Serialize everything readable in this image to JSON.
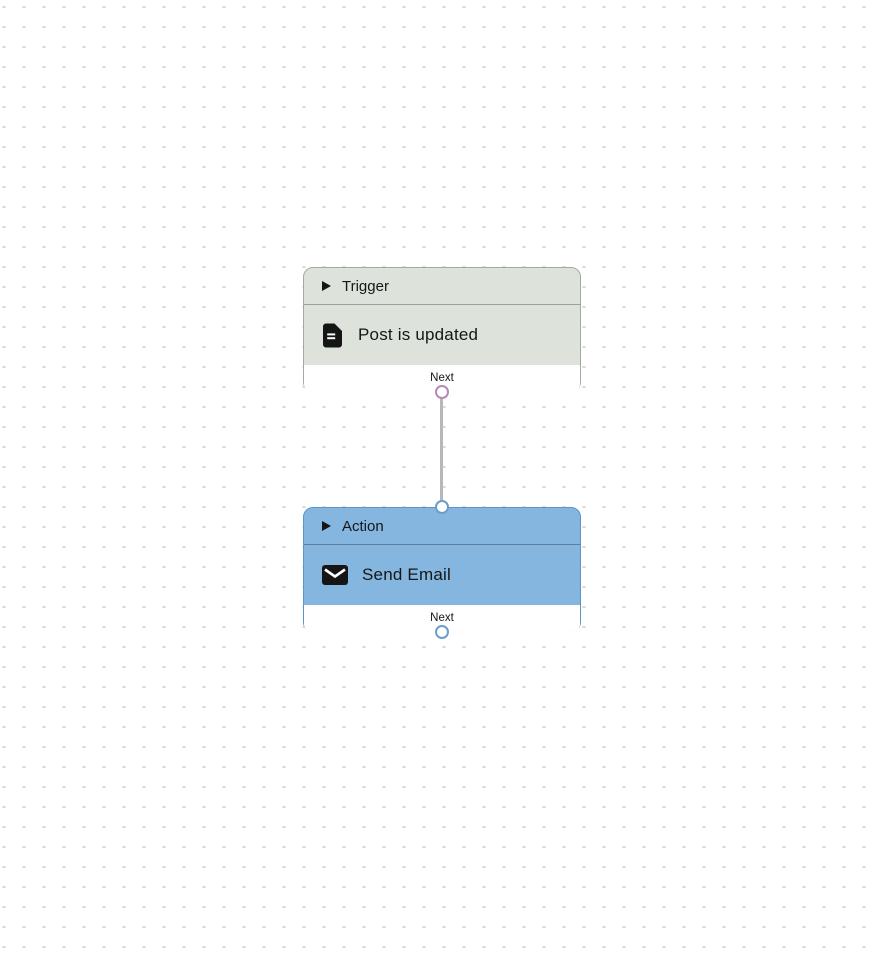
{
  "canvas": {
    "dot_color": "#d9d9d9",
    "connector_color": "#b7b7b7"
  },
  "nodes": [
    {
      "kind_label": "Trigger",
      "title": "Post is updated",
      "icon": "document-icon",
      "next_label": "Next",
      "colors": {
        "fill": "#dde3db",
        "border": "#a6a9a2",
        "divider": "#9aa098",
        "port": "#b58ab5"
      }
    },
    {
      "kind_label": "Action",
      "title": "Send Email",
      "icon": "envelope-icon",
      "next_label": "Next",
      "colors": {
        "fill": "#85b6df",
        "border": "#5d94c6",
        "divider": "#5b7d9e",
        "port": "#6b9dca"
      }
    }
  ]
}
